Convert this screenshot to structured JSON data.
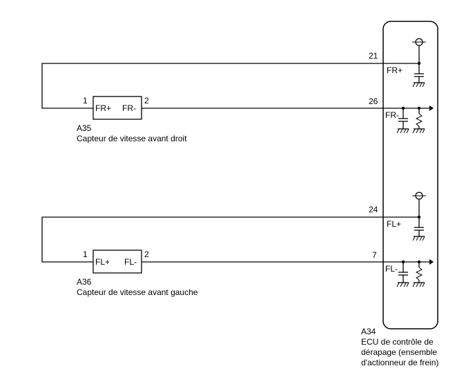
{
  "sensors": [
    {
      "code": "A35",
      "name": "Capteur de vitesse avant droit",
      "pin1": "1",
      "pin2": "2",
      "term_plus": "FR+",
      "term_minus": "FR-"
    },
    {
      "code": "A36",
      "name": "Capteur de vitesse avant gauche",
      "pin1": "1",
      "pin2": "2",
      "term_plus": "FL+",
      "term_minus": "FL-"
    }
  ],
  "ecu": {
    "code": "A34",
    "name_lines": [
      "ECU de contrôle de",
      "dérapage (ensemble",
      "d'actionneur de frein)"
    ],
    "pins": [
      {
        "pin": "21",
        "label": "FR+"
      },
      {
        "pin": "26",
        "label": "FR-"
      },
      {
        "pin": "24",
        "label": "FL+"
      },
      {
        "pin": "7",
        "label": "FL-"
      }
    ]
  }
}
